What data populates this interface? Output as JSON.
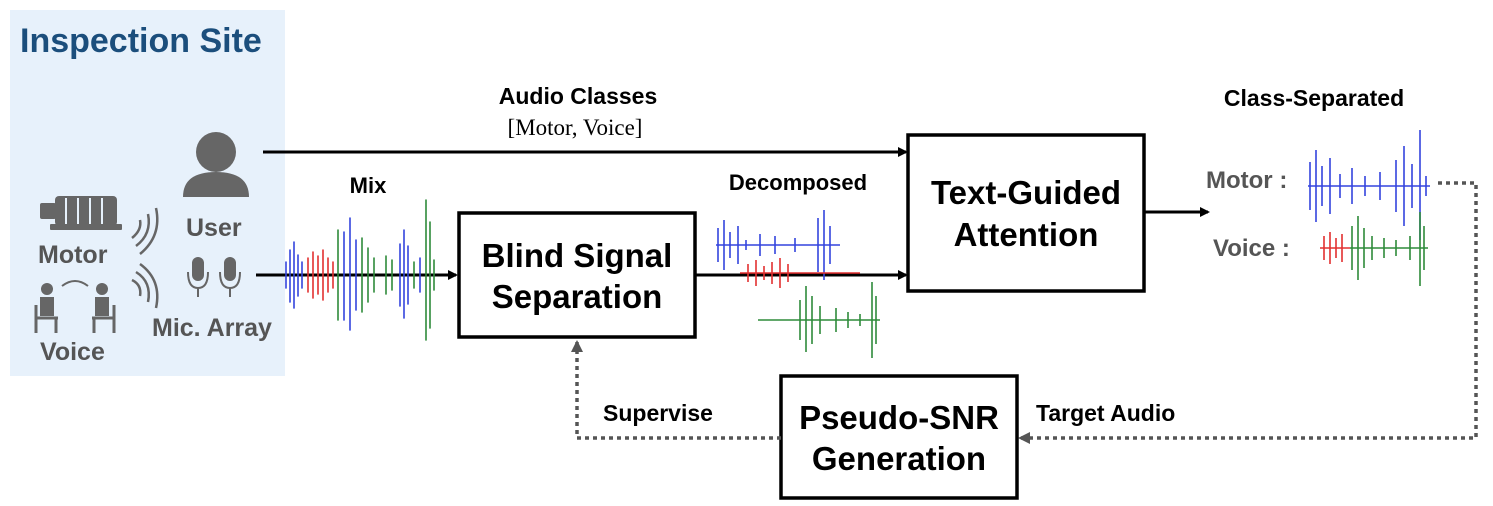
{
  "site": {
    "title": "Inspection Site",
    "motor_label": "Motor",
    "voice_label": "Voice",
    "user_label": "User",
    "mic_label": "Mic. Array"
  },
  "labels": {
    "audio_classes": "Audio Classes",
    "audio_classes_values": "[Motor, Voice]",
    "mix": "Mix",
    "decomposed": "Decomposed",
    "class_separated": "Class-Separated",
    "motor_out": "Motor :",
    "voice_out": "Voice :",
    "supervise": "Supervise",
    "target_audio": "Target Audio"
  },
  "boxes": {
    "bss_line1": "Blind Signal",
    "bss_line2": "Separation",
    "tga_line1": "Text-Guided",
    "tga_line2": "Attention",
    "psnr_line1": "Pseudo-SNR",
    "psnr_line2": "Generation"
  },
  "colors": {
    "site_bg": "#e7f1fb",
    "site_title": "#1b4e7c",
    "icon_gray": "#666666",
    "label_gray": "#555555",
    "wave_blue": "#3344dd",
    "wave_red": "#e23030",
    "wave_green": "#2e8b3a"
  }
}
